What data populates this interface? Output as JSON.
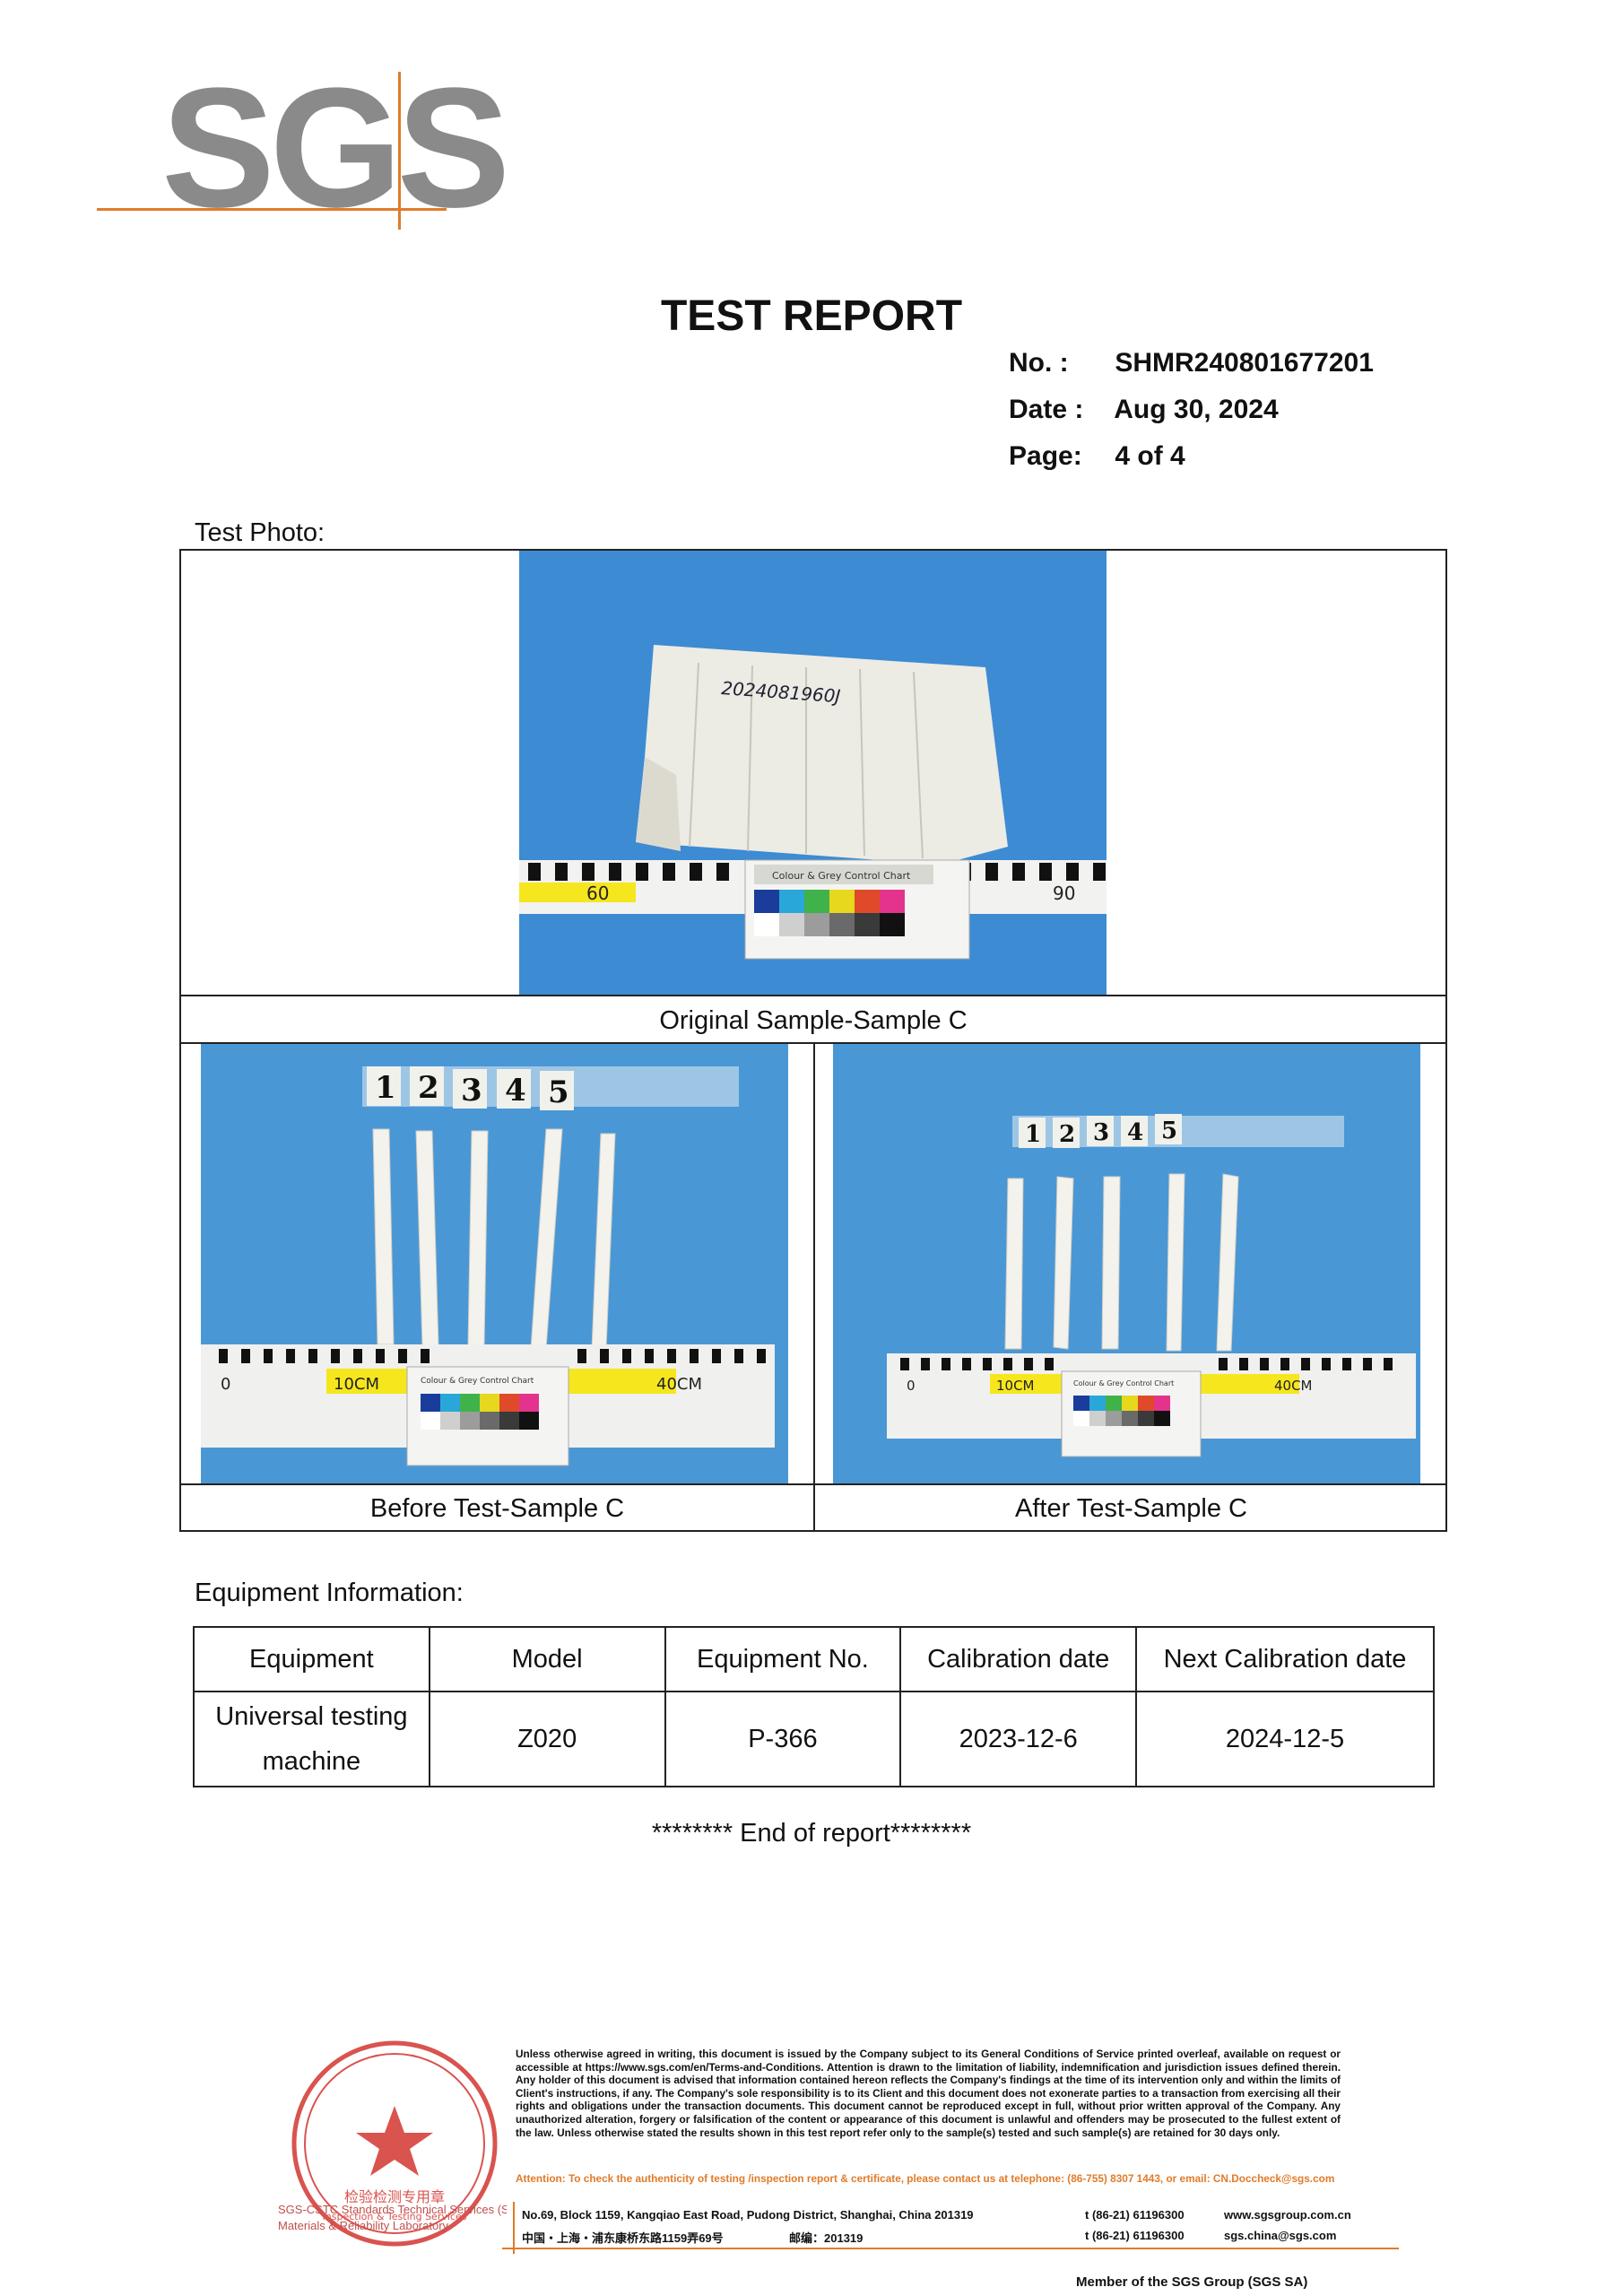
{
  "logo": {
    "text": "SGS"
  },
  "title": "TEST REPORT",
  "meta": {
    "no_label": "No.   :",
    "no_value": "SHMR240801677201",
    "date_label": "Date :",
    "date_value": "Aug 30, 2024",
    "page_label": "Page:",
    "page_value": "4 of  4"
  },
  "photo_section": {
    "label": "Test Photo:",
    "captions": {
      "original": "Original Sample-Sample C",
      "before": "Before Test-Sample C",
      "after": "After Test-Sample C"
    },
    "photo_texts": {
      "sample_marking": "2024081960J",
      "ruler_60": "60",
      "ruler_90": "90",
      "ruler_0": "0",
      "ruler_10": "10CM",
      "ruler_40": "40CM",
      "chart_title": "Colour & Grey Control Chart",
      "strip_numbers": [
        "1",
        "2",
        "3",
        "4",
        "5"
      ]
    }
  },
  "equipment_section": {
    "label": "Equipment Information:",
    "headers": [
      "Equipment",
      "Model",
      "Equipment No.",
      "Calibration date",
      "Next Calibration date"
    ],
    "rows": [
      [
        "Universal testing machine",
        "Z020",
        "P-366",
        "2023-12-6",
        "2024-12-5"
      ]
    ]
  },
  "end_text": "******** End of report********",
  "footer": {
    "disclaimer": "Unless otherwise agreed in writing, this document is issued by the Company subject to its General Conditions of Service printed overleaf, available on request or accessible at https://www.sgs.com/en/Terms-and-Conditions. Attention is drawn to the limitation of liability, indemnification and jurisdiction issues defined therein. Any holder of this document is advised that information contained hereon reflects the Company's findings at the time of its intervention only and within the limits of Client's instructions, if any. The Company's sole responsibility is to its Client and this document does not exonerate parties to a transaction from exercising all their rights and obligations under the transaction documents. This document cannot be reproduced except in full, without prior written approval of the Company. Any unauthorized alteration, forgery or falsification of the content or appearance of this document is unlawful and offenders may be prosecuted to the fullest extent of the law. Unless otherwise stated the results shown in this test report refer only to the sample(s) tested and such sample(s) are retained for 30 days only.",
    "attention": "Attention: To check the authenticity of testing /inspection report & certificate, please contact us at telephone: (86-755) 8307 1443, or email: CN.Doccheck@sgs.com",
    "address_en": "No.69, Block 1159, Kangqiao East Road, Pudong District, Shanghai, China 201319",
    "address_cn": "中国・上海・浦东康桥东路1159弄69号",
    "postcode_cn": "邮编：201319",
    "tel1": "t (86-21) 61196300",
    "tel2": "t (86-21) 61196300",
    "web": "www.sgsgroup.com.cn",
    "email": "sgs.china@sgs.com",
    "company_left_1": "SGS-CSTC Standards Technical Services (Shanghai) Co.,Ltd.",
    "company_left_2": "Materials & Reliability Laboratory",
    "stamp_text": "检验检测专用章",
    "stamp_en": "Inspection & Testing Services",
    "member": "Member of the SGS Group (SGS SA)"
  },
  "colors": {
    "sgs_orange": "#e07b2a",
    "logo_gray": "#8a8a8a",
    "stamp_red": "#d9534f",
    "photo_blue": "#3f8ed4"
  }
}
